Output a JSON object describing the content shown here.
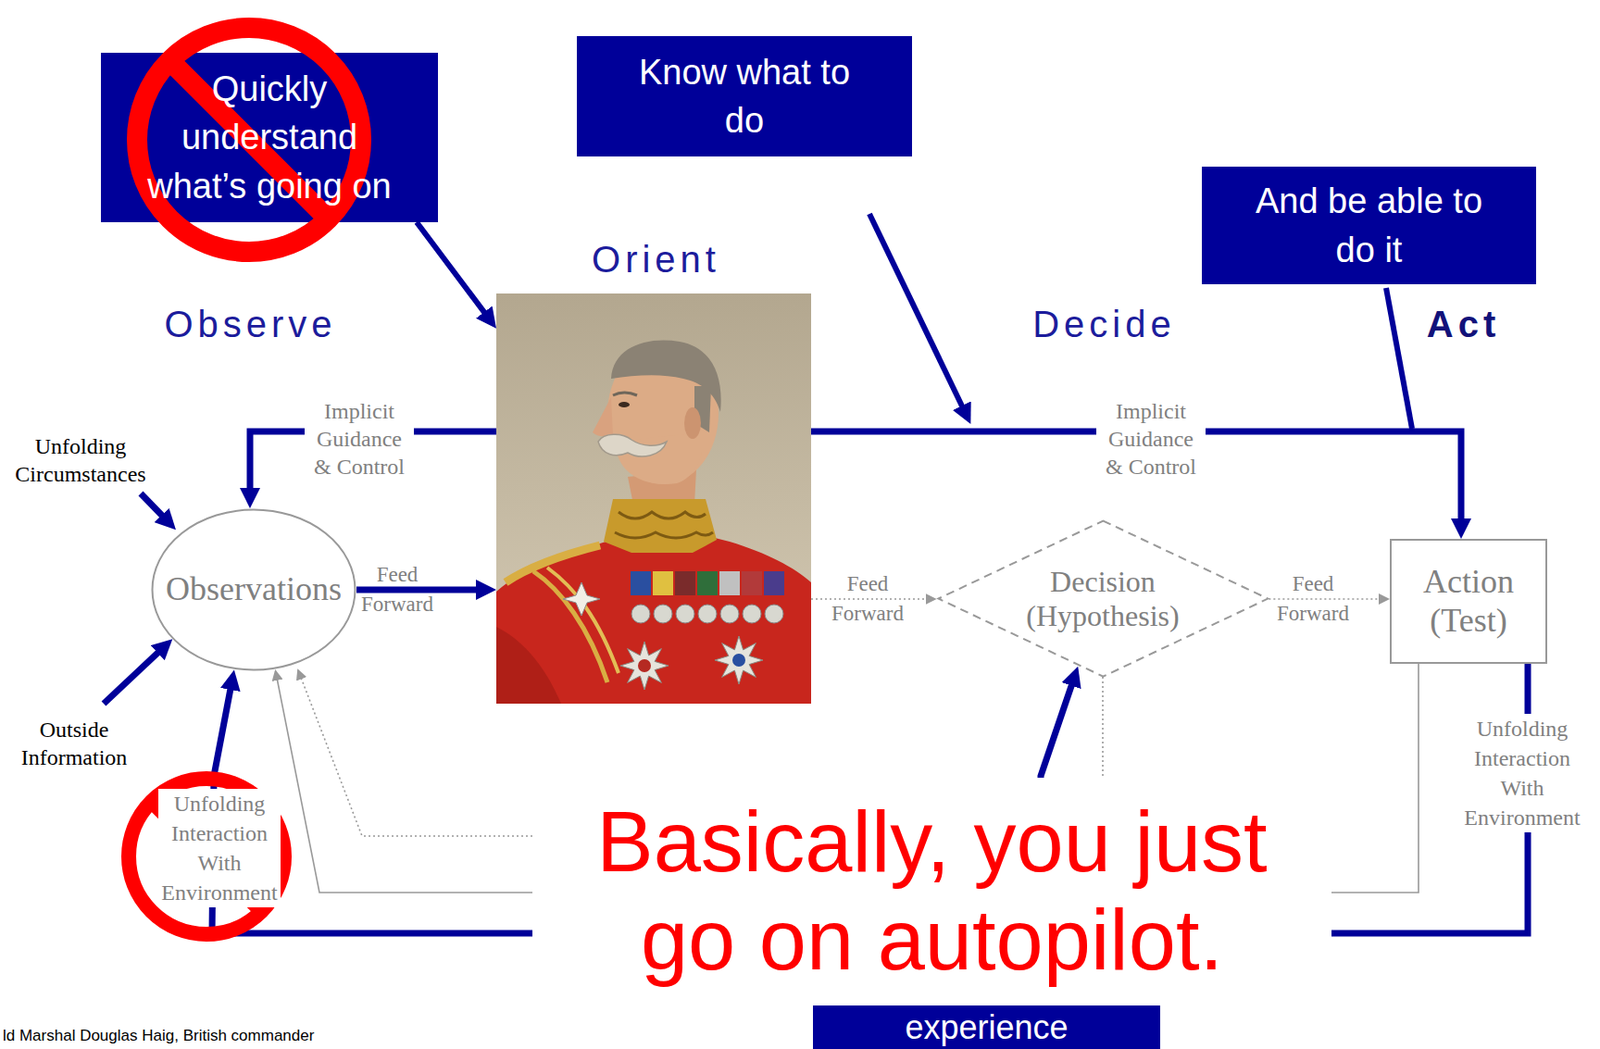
{
  "diagram": {
    "nodes": [
      {
        "text": [
          "Quickly understand what’s going on"
        ]
      },
      {
        "text": [
          "Know what to do"
        ]
      },
      {
        "text": [
          "And be able to do it"
        ]
      },
      {
        "text": [
          "Orient"
        ]
      },
      {
        "text": [
          "Observations"
        ]
      },
      {
        "text": [
          "Decision (Hypothesis)"
        ]
      },
      {
        "text": [
          "Action (Test)"
        ]
      },
      {
        "text": [
          "experience"
        ]
      }
    ],
    "edges": [
      {
        "from": 0,
        "to": 3,
        "arrow": "to"
      },
      {
        "from": 4,
        "to": 3,
        "label": "Feed Forward",
        "arrow": "to"
      },
      {
        "from": 3,
        "to": 4,
        "label": "Implicit Guidance & Control",
        "arrow": "to"
      },
      {
        "from": 3,
        "to": 5,
        "label": "Feed Forward",
        "arrow": "to"
      },
      {
        "from": 5,
        "to": 6,
        "label": "Feed Forward",
        "arrow": "to"
      },
      {
        "from": 3,
        "to": 6,
        "label": "Implicit Guidance & Control",
        "arrow": "to"
      },
      {
        "from": 6,
        "to": 4,
        "label": "Unfolding Interaction With Environment",
        "arrow": "to"
      },
      {
        "from": 7,
        "to": 5,
        "arrow": "to"
      },
      {
        "from": 6,
        "to": 4,
        "arrow": "to"
      }
    ],
    "labels": [
      "Observe",
      "Decide",
      "Act",
      "Unfolding Circumstances",
      "Outside Information",
      "Unfolding Interaction With Environment",
      "Basically, you just go on autopilot.",
      "ld Marshal Douglas Haig, British commander"
    ]
  }
}
